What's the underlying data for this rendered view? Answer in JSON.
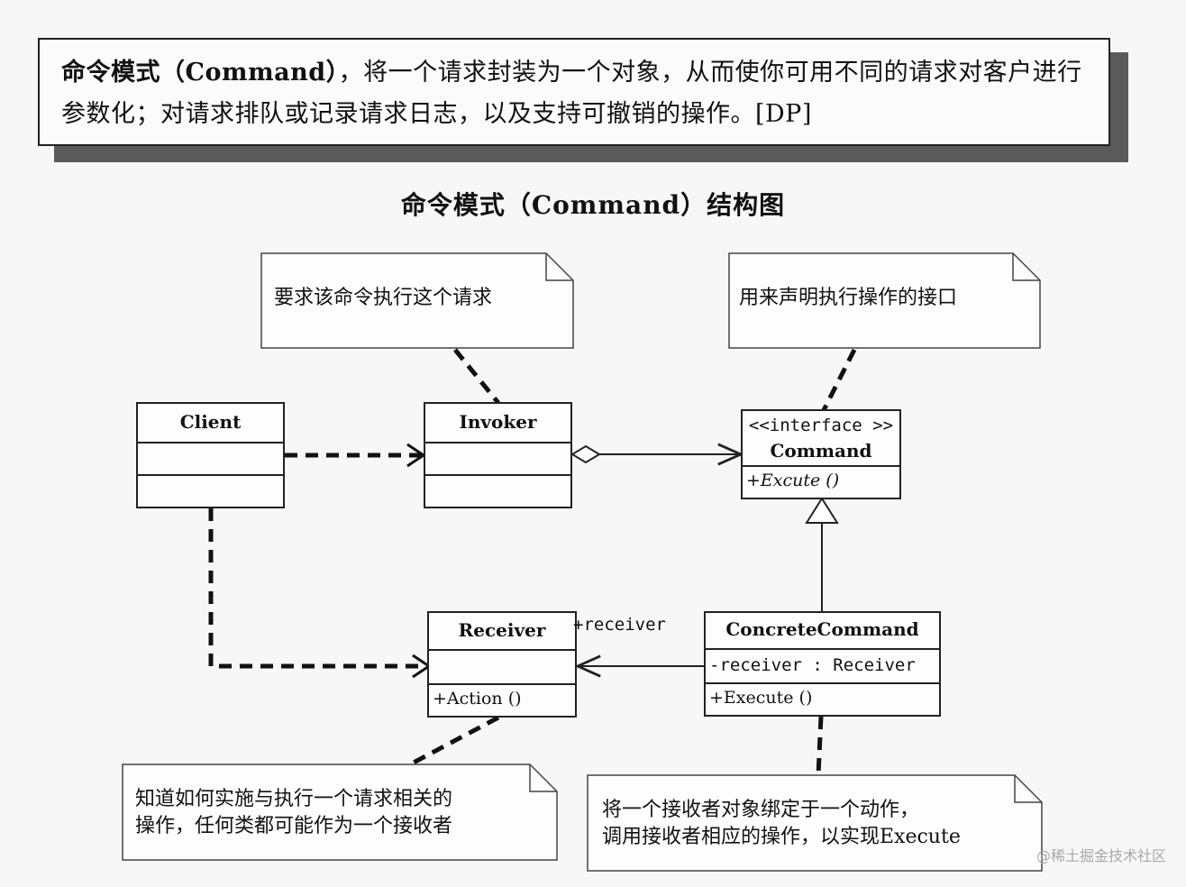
{
  "definition": {
    "lead": "命令模式（Command）",
    "text": "，将一个请求封装为一个对象，从而使你可用不同的请求对客户进行参数化；对请求排队或记录请求日志，以及支持可撤销的操作。[DP]"
  },
  "diagram_title": "命令模式（Command）结构图",
  "classes": {
    "client": {
      "name": "Client"
    },
    "invoker": {
      "name": "Invoker"
    },
    "command": {
      "stereotype": "<<interface >>",
      "name": "Command",
      "operation": "+Excute ()"
    },
    "receiver": {
      "name": "Receiver",
      "operation": "+Action ()"
    },
    "concrete_command": {
      "name": "ConcreteCommand",
      "attribute": "-receiver  : Receiver",
      "operation": "+Execute ()"
    }
  },
  "role_label": "+receiver",
  "notes": {
    "invoker": "要求该命令执行这个请求",
    "command": "用来声明执行操作的接口",
    "receiver_line1": "知道如何实施与执行一个请求相关的",
    "receiver_line2": "操作，任何类都可能作为一个接收者",
    "concrete_line1": "将一个接收者对象绑定于一个动作，",
    "concrete_line2": "调用接收者相应的操作，以实现Execute"
  },
  "watermark": "@稀土掘金技术社区"
}
